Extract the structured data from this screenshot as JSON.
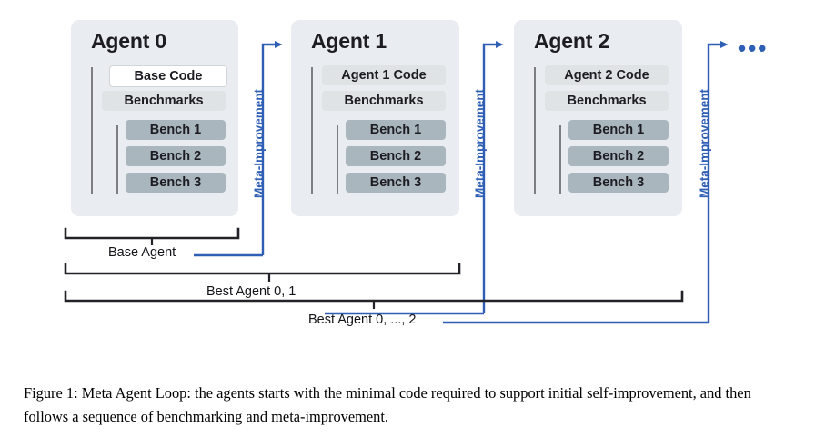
{
  "figure": {
    "caption": "Figure 1: Meta Agent Loop: the agents starts with the minimal code required to support initial self-improvement, and then follows a sequence of benchmarking and meta-improvement.",
    "continuation_marker": "•••"
  },
  "colors": {
    "card_bg": "#e9edf1",
    "chip_light": "#dfe3e6",
    "chip_bench": "#a9b6bd",
    "chip_white": "#ffffff",
    "accent_blue": "#2f5fb5",
    "bracket_black": "#222228",
    "rule_gray": "#7d7d85",
    "text_dark": "#1c1c22"
  },
  "agents": [
    {
      "title": "Agent 0",
      "code_label": "Base Code",
      "code_style": "white",
      "benchmarks_label": "Benchmarks",
      "benches": [
        "Bench 1",
        "Bench 2",
        "Bench 3"
      ]
    },
    {
      "title": "Agent 1",
      "code_label": "Agent 1 Code",
      "code_style": "gray",
      "benchmarks_label": "Benchmarks",
      "benches": [
        "Bench 1",
        "Bench 2",
        "Bench 3"
      ]
    },
    {
      "title": "Agent 2",
      "code_label": "Agent 2 Code",
      "code_style": "gray",
      "benchmarks_label": "Benchmarks",
      "benches": [
        "Bench 1",
        "Bench 2",
        "Bench 3"
      ]
    }
  ],
  "meta_arrows": [
    {
      "label": "Meta-Improvement"
    },
    {
      "label": "Meta-Improvement"
    },
    {
      "label": "Meta-Improvement"
    }
  ],
  "brackets": [
    {
      "label": "Base Agent"
    },
    {
      "label": "Best Agent 0, 1"
    },
    {
      "label": "Best Agent 0, ..., 2"
    }
  ]
}
